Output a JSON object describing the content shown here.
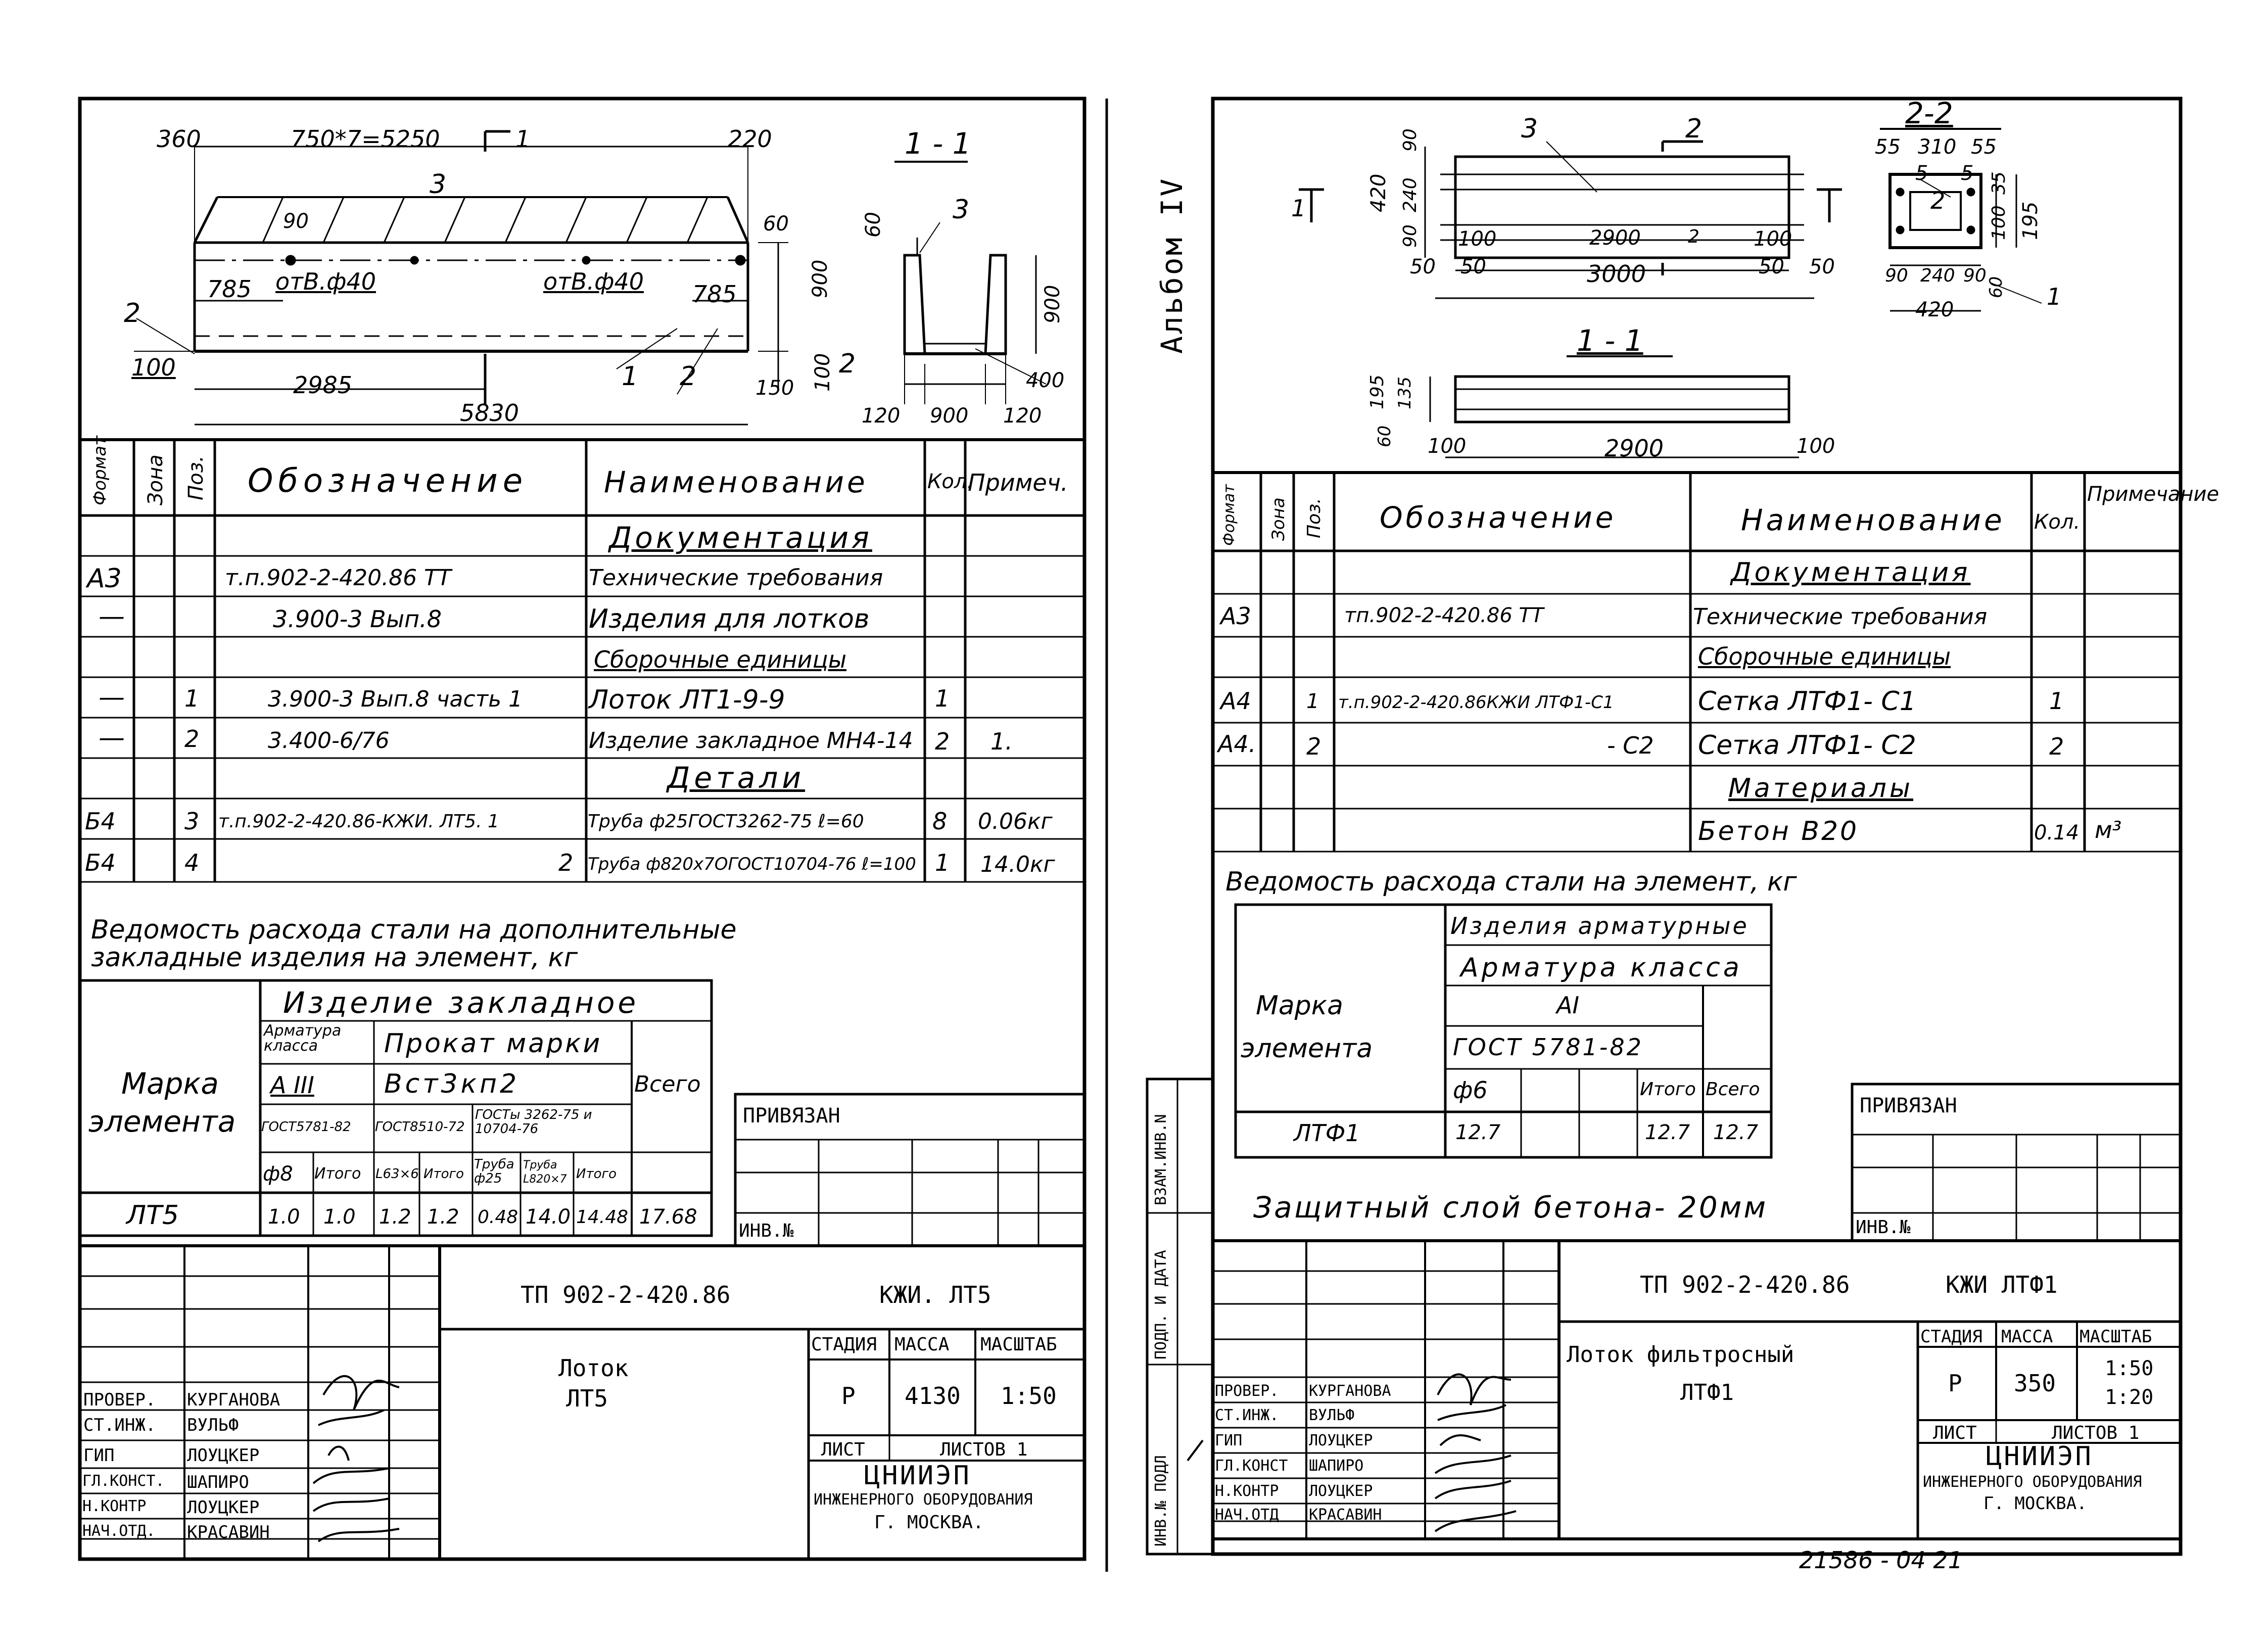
{
  "left": {
    "drawing_plan": {
      "d360": "360",
      "span": "750*7=5250",
      "d220": "220",
      "mark3": "3",
      "d90": "90",
      "d60": "60",
      "d785a": "785",
      "hole1": "отВ.ф40",
      "hole2": "отВ.ф40",
      "d785b": "785",
      "d900": "900",
      "mark2": "2",
      "d100": "100",
      "d2985": "2985",
      "d5830": "5830",
      "mark1": "1",
      "mark2b": "2",
      "d150": "150",
      "d100b": "100",
      "sec_arrow": "1"
    },
    "section": {
      "title": "1 - 1",
      "d60": "60",
      "mark3": "3",
      "d900": "900",
      "d400": "400",
      "mark2": "2",
      "d120a": "120",
      "d900b": "900",
      "d120b": "120"
    },
    "spec": {
      "headers": [
        "Формат",
        "Зона",
        "Поз.",
        "Обозначение",
        "Наименование",
        "Кол.",
        "Примеч."
      ],
      "rows": [
        {
          "fmt": "",
          "zone": "",
          "pos": "",
          "des": "",
          "name": "Документация",
          "qty": "",
          "note": "",
          "section": true
        },
        {
          "fmt": "А3",
          "zone": "",
          "pos": "",
          "des": "т.п.902-2-420.86    ТТ",
          "name": "Технические требования",
          "qty": "",
          "note": ""
        },
        {
          "fmt": "—",
          "zone": "",
          "pos": "",
          "des": "3.900-3    Вып.8",
          "name": "Изделия для лотков",
          "qty": "",
          "note": ""
        },
        {
          "fmt": "",
          "zone": "",
          "pos": "",
          "des": "",
          "name": "Сборочные единицы",
          "qty": "",
          "note": "",
          "section": true
        },
        {
          "fmt": "—",
          "zone": "",
          "pos": "1",
          "des": "3.900-3 Вып.8 часть 1",
          "name": "Лоток ЛТ1-9-9",
          "qty": "1",
          "note": ""
        },
        {
          "fmt": "—",
          "zone": "",
          "pos": "2",
          "des": "3.400-6/76",
          "name": "Изделие закладное МН4-14",
          "qty": "2",
          "note": "1."
        },
        {
          "fmt": "",
          "zone": "",
          "pos": "",
          "des": "",
          "name": "Детали",
          "qty": "",
          "note": "",
          "section": true
        },
        {
          "fmt": "Б4",
          "zone": "",
          "pos": "3",
          "des": "т.п.902-2-420.86-КЖИ. ЛТ5. 1",
          "name": "Труба ф25ГОСТ3262-75 ℓ=60",
          "qty": "8",
          "note": "0.06кг"
        },
        {
          "fmt": "Б4",
          "zone": "",
          "pos": "4",
          "des": "2",
          "name": "Труба ф820х7ОГОСТ10704-76 ℓ=100",
          "qty": "1",
          "note": "14.0кг"
        }
      ]
    },
    "steel": {
      "title1": "Ведомость расхода стали на дополнительные",
      "title2": "закладные изделия на элемент, кг",
      "h_item": "Изделие закладное",
      "h_arm": "Арматура класса",
      "h_prokat": "Прокат марки",
      "h_mark1": "Марка",
      "h_mark2": "элемента",
      "h_a3": "А III",
      "h_steel": "Вст3кп2",
      "h_total": "Всего",
      "h_g1": "ГОСТ5781-82",
      "h_g2": "ГОСТ8510-72",
      "h_g3": "ГОСТы 3262-75 и 10704-76",
      "h_f8": "ф8",
      "h_itogo1": "Итого",
      "h_63": "L63×6",
      "h_itogo2": "Итого",
      "h_tr1": "Труба ф25",
      "h_tr2": "Труба L820×7",
      "h_itogo3": "Итого",
      "row_mark": "ЛТ5",
      "row_vals": [
        "1.0",
        "1.0",
        "1.2",
        "1.2",
        "0.48",
        "14.0",
        "14.48",
        "17.68"
      ]
    },
    "privyazan": "ПРИВЯЗАН",
    "inv_no": "ИНВ.№",
    "title_block": {
      "code": "ТП 902-2-420.86",
      "sheet_code": "КЖИ. ЛТ5",
      "name1": "Лоток",
      "name2": "ЛТ5",
      "h_stage": "СТАДИЯ",
      "h_mass": "МАССА",
      "h_scale": "МАСШТАБ",
      "stage": "Р",
      "mass": "4130",
      "scale": "1:50",
      "list": "ЛИСТ",
      "lists": "ЛИСТОВ 1",
      "org1": "ЦНИИЭП",
      "org2": "ИНЖЕНЕРНОГО ОБОРУДОВАНИЯ",
      "org3": "Г. МОСКВА.",
      "roles": [
        "ПРОВЕР.",
        "СТ.ИНЖ.",
        "ГИП",
        "ГЛ.КОНСТ.",
        "Н.КОНТР",
        "НАЧ.ОТД."
      ],
      "names": [
        "КУРГАНОВА",
        "ВУЛЬФ",
        "ЛОУЦКЕР",
        "ШАПИРО",
        "ЛОУЦКЕР",
        "КРАСАВИН"
      ]
    }
  },
  "right": {
    "album": "Альбом IV",
    "plan": {
      "mark3": "3",
      "mark2": "2",
      "d420": "420",
      "d90a": "90",
      "d240": "240",
      "d90b": "90",
      "d100a": "100",
      "d2900": "2900",
      "d100b": "100",
      "mark2b": "2",
      "d50a": "50",
      "d50b": "50",
      "d3000": "3000",
      "d50c": "50",
      "d50d": "50",
      "sec": "1"
    },
    "sec22": {
      "title": "2-2",
      "d55a": "55",
      "d310": "310",
      "d55b": "55",
      "m5a": "5",
      "m5b": "5",
      "m2": "2",
      "d35": "35",
      "d100": "100",
      "d195": "195",
      "d90a": "90",
      "d240": "240",
      "d90b": "90",
      "d60": "60",
      "d420": "420",
      "m1": "1"
    },
    "sec11": {
      "title": "1 - 1",
      "d195": "195",
      "d135": "135",
      "d60": "60",
      "d100a": "100",
      "d2900": "2900",
      "d100b": "100"
    },
    "spec": {
      "headers": [
        "Формат",
        "Зона",
        "Поз.",
        "Обозначение",
        "Наименование",
        "Кол.",
        "Примечание"
      ],
      "rows": [
        {
          "fmt": "",
          "zone": "",
          "pos": "",
          "des": "",
          "name": "Документация",
          "qty": "",
          "note": "",
          "section": true
        },
        {
          "fmt": "А3",
          "zone": "",
          "pos": "",
          "des": "тп.902-2-420.86    ТТ",
          "name": "Технические требования",
          "qty": "",
          "note": ""
        },
        {
          "fmt": "",
          "zone": "",
          "pos": "",
          "des": "",
          "name": "Сборочные единицы",
          "qty": "",
          "note": "",
          "section": true
        },
        {
          "fmt": "А4",
          "zone": "",
          "pos": "1",
          "des": "т.п.902-2-420.86КЖИ ЛТФ1-С1",
          "name": "Сетка ЛТФ1- С1",
          "qty": "1",
          "note": ""
        },
        {
          "fmt": "А4.",
          "zone": "",
          "pos": "2",
          "des": "- С2",
          "name": "Сетка ЛТФ1- С2",
          "qty": "2",
          "note": ""
        },
        {
          "fmt": "",
          "zone": "",
          "pos": "",
          "des": "",
          "name": "Материалы",
          "qty": "",
          "note": "",
          "section": true
        },
        {
          "fmt": "",
          "zone": "",
          "pos": "",
          "des": "",
          "name": "Бетон В20",
          "qty": "0.14",
          "note": "м³"
        }
      ]
    },
    "steel": {
      "title": "Ведомость расхода стали на элемент, кг",
      "h_items": "Изделия арматурные",
      "h_arm": "Арматура класса",
      "h_ai": "АI",
      "h_gost": "ГОСТ 5781-82",
      "h_mark1": "Марка",
      "h_mark2": "элемента",
      "h_f6": "ф6",
      "h_itogo": "Итого",
      "h_total": "Всего",
      "row_mark": "ЛТФ1",
      "row_vals": [
        "12.7",
        "12.7",
        "12.7"
      ]
    },
    "cover": "Защитный слой бетона- 20мм",
    "privyazan": "ПРИВЯЗАН",
    "inv_no": "ИНВ.№",
    "side_labels": [
      "ВЗАМ.ИНВ.N",
      "ПОДП. И ДАТА",
      "ИНВ.№ ПОДЛ"
    ],
    "title_block": {
      "code": "ТП 902-2-420.86",
      "sheet_code": "КЖИ ЛТФ1",
      "name1": "Лоток фильтросный",
      "name2": "ЛТФ1",
      "h_stage": "СТАДИЯ",
      "h_mass": "МАССА",
      "h_scale": "МАСШТАБ",
      "stage": "Р",
      "mass": "350",
      "scale1": "1:50",
      "scale2": "1:20",
      "list": "ЛИСТ",
      "lists": "ЛИСТОВ 1",
      "org1": "ЦНИИЭП",
      "org2": "ИНЖЕНЕРНОГО ОБОРУДОВАНИЯ",
      "org3": "Г. МОСКВА.",
      "roles": [
        "ПРОВЕР.",
        "СТ.ИНЖ.",
        "ГИП",
        "ГЛ.КОНСТ",
        "Н.КОНТР",
        "НАЧ.ОТД"
      ],
      "names": [
        "КУРГАНОВА",
        "ВУЛЬФ",
        "ЛОУЦКЕР",
        "ШАПИРО",
        "ЛОУЦКЕР",
        "КРАСАВИН"
      ]
    },
    "footer": "21586 - 04    21"
  }
}
